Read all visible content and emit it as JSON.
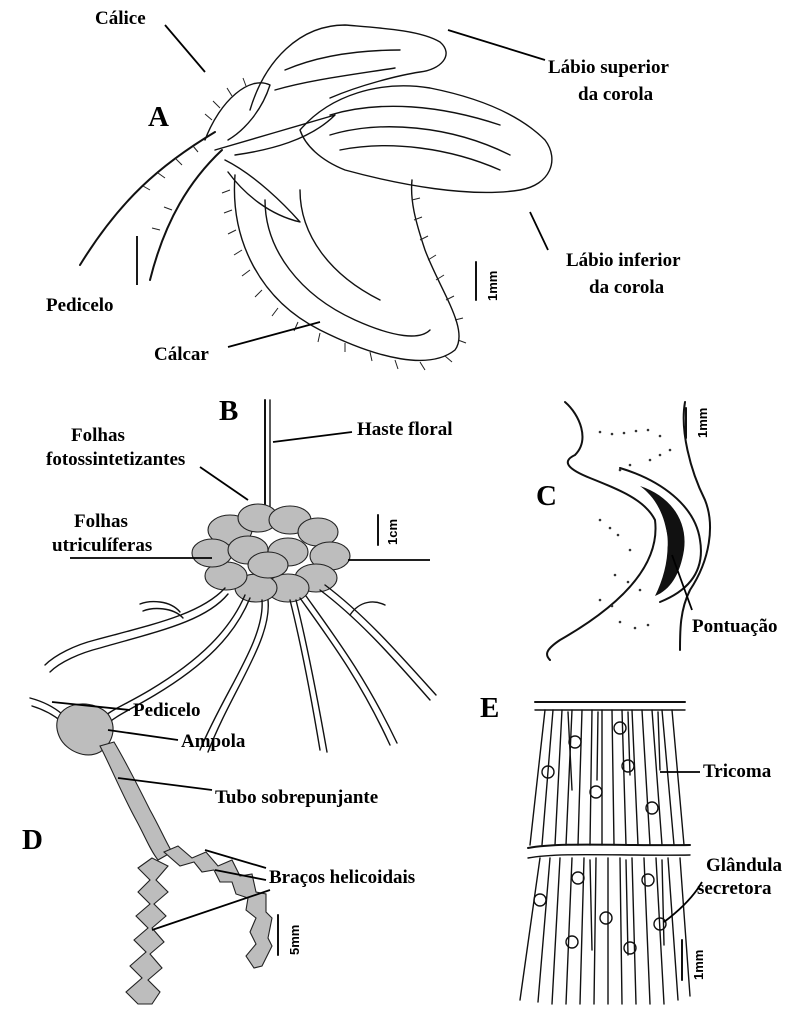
{
  "panels": {
    "A": "A",
    "B": "B",
    "C": "C",
    "D": "D",
    "E": "E"
  },
  "labels": {
    "calice": "Cálice",
    "labio_superior_1": "Lábio superior",
    "labio_superior_2": "da corola",
    "labio_inferior_1": "Lábio inferior",
    "labio_inferior_2": "da corola",
    "pedicelo_a": "Pedicelo",
    "calcar": "Cálcar",
    "folhas_foto_1": "Folhas",
    "folhas_foto_2": "fotossintetizantes",
    "haste_floral": "Haste floral",
    "folhas_utric_1": "Folhas",
    "folhas_utric_2": "utriculíferas",
    "pontuacao": "Pontuação",
    "pedicelo_d": "Pedicelo",
    "ampola": "Ampola",
    "tubo": "Tubo sobrepunjante",
    "bracos": "Braços helicoidais",
    "tricoma": "Tricoma",
    "glandula_1": "Glândula",
    "glandula_2": "secretora"
  },
  "scale_bars": {
    "A": "1mm",
    "B": "1cm",
    "C": "1mm",
    "D": "5mm",
    "E": "1mm"
  }
}
